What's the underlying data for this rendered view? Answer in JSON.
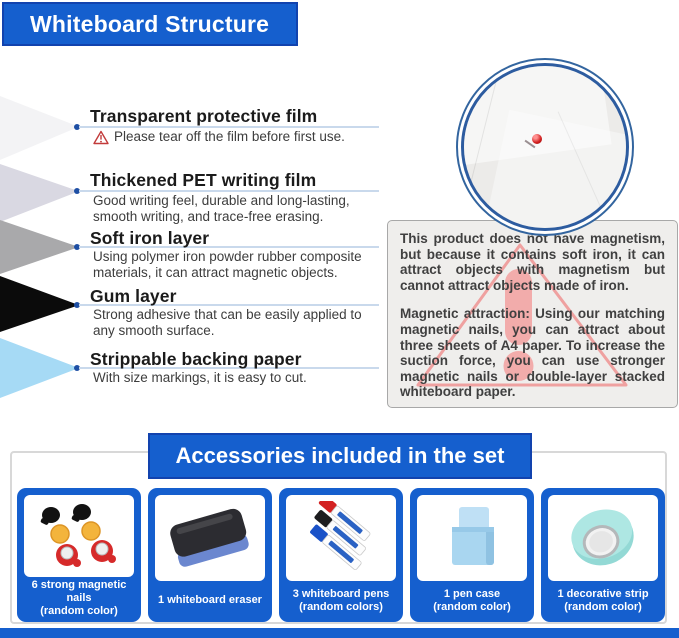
{
  "header": {
    "title": "Whiteboard Structure"
  },
  "layers": {
    "items": [
      {
        "heading": "Transparent protective film",
        "description": "Please tear off the film before first use.",
        "color": "#f3f3f5",
        "warning_icon": "red-warning-triangle-icon"
      },
      {
        "heading": "Thickened PET writing film",
        "description": "Good writing feel, durable and long-lasting, smooth writing, and trace-free erasing.",
        "color": "#d9d8e2"
      },
      {
        "heading": "Soft iron layer",
        "description": "Using polymer iron powder rubber composite materials, it can attract magnetic objects.",
        "color": "#a9a9ab"
      },
      {
        "heading": "Gum layer",
        "description": "Strong adhesive that can be easily applied to any smooth surface.",
        "color": "#0b0b0b"
      },
      {
        "heading": "Strippable backing paper",
        "description": "With size markings, it is easy to cut.",
        "color": "#a6daf5"
      }
    ]
  },
  "magnifier": {
    "pin_icon": "red-magnetic-nail-icon"
  },
  "info_box": {
    "paragraph_1": "This product does not have magnetism, but because it contains soft iron, it can attract objects with magnetism but cannot attract objects made of iron.",
    "paragraph_2": "Magnetic attraction: Using our matching magnetic nails, you can attract about three sheets of A4 paper. To increase the suction force, you can use stronger magnetic nails or double-layer stacked whiteboard paper.",
    "watermark_icon": "pink-warning-triangle-icon"
  },
  "accessories": {
    "title": "Accessories included in the set",
    "items": [
      {
        "name": "6 strong magnetic nails",
        "note": "(random color)",
        "icon": "magnetic-nails-icon"
      },
      {
        "name": "1 whiteboard eraser",
        "note": "",
        "icon": "whiteboard-eraser-icon"
      },
      {
        "name": "3 whiteboard pens",
        "note": "(random colors)",
        "icon": "whiteboard-pens-icon"
      },
      {
        "name": "1 pen case",
        "note": "(random color)",
        "icon": "pen-case-icon"
      },
      {
        "name": "1 decorative strip",
        "note": "(random color)",
        "icon": "decorative-strip-icon"
      }
    ]
  },
  "colors": {
    "accent_blue": "#155fce",
    "accent_blue_dark": "#1243ae",
    "underline_blue": "#c9d9ec",
    "dot_blue": "#1e4fa4",
    "info_box_bg": "#efeeec",
    "warning_pink": "#f2a0a0",
    "layer_1": "#f3f3f5",
    "layer_2": "#d9d8e2",
    "layer_3": "#a9a9ab",
    "layer_4": "#0b0b0b",
    "layer_5": "#a6daf5"
  }
}
